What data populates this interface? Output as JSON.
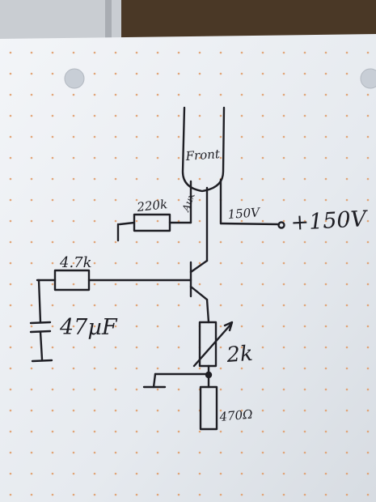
{
  "photo": {
    "subject": "hand-drawn circuit schematic on dotted notebook paper",
    "colors": {
      "paper": "#e9edf2",
      "ink": "#1e1e24",
      "dots": "#e0a070",
      "desk": "#3a2e22"
    }
  },
  "labels": {
    "tube": "Front",
    "aux": "Aux",
    "resistor_top": "220k",
    "wire_voltage": "150V",
    "supply": "+150V",
    "resistor_left": "4.7k",
    "capacitor": "47µF",
    "pot": "2k",
    "resistor_bottom": "470Ω"
  }
}
